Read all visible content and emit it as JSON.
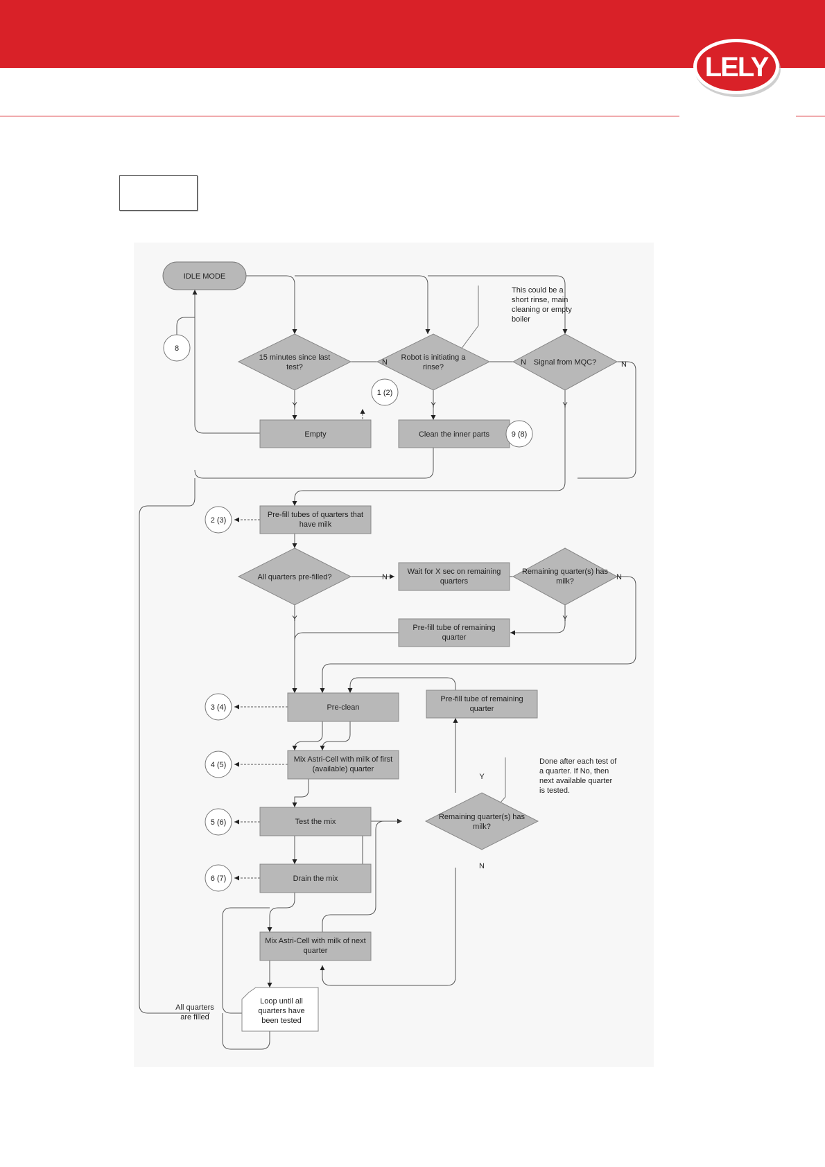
{
  "header": {
    "brand_color": "#d92128",
    "logo_text": "LELY"
  },
  "flowchart": {
    "idle_mode": "IDLE MODE",
    "q_15min": [
      "15 minutes since last",
      "test?"
    ],
    "q_robot_rinse": [
      "Robot is initiating a",
      "rinse?"
    ],
    "q_signal_mqc": [
      "Signal from MQC?"
    ],
    "note_rinse": [
      "This could be a",
      "short rinse, main",
      "cleaning or empty",
      "boiler"
    ],
    "empty": [
      "Empty"
    ],
    "clean_inner": [
      "Clean the inner parts"
    ],
    "prefill_quarters_milk": [
      "Pre-fill tubes of quarters that",
      "have milk"
    ],
    "q_all_prefilled": [
      "All quarters pre-filled?"
    ],
    "wait_x_sec": [
      "Wait for X sec on remaining",
      "quarters"
    ],
    "q_remaining_milk_1": [
      "Remaining quarter(s) has",
      "milk?"
    ],
    "prefill_remaining_1": [
      "Pre-fill tube of remaining",
      "quarter"
    ],
    "preclean": [
      "Pre-clean"
    ],
    "prefill_remaining_2": [
      "Pre-fill tube of remaining",
      "quarter"
    ],
    "mix_first": [
      "Mix Astri-Cell with milk of first",
      "(available) quarter"
    ],
    "note_done_after": [
      "Done after each test of",
      "a quarter. If No, then",
      "next available quarter",
      "is tested."
    ],
    "test_mix": [
      "Test the mix"
    ],
    "q_remaining_milk_2": [
      "Remaining quarter(s) has",
      "milk?"
    ],
    "drain_mix": [
      "Drain the mix"
    ],
    "mix_next": [
      "Mix Astri-Cell with milk of next",
      "quarter"
    ],
    "loop_until": [
      "Loop until all",
      "quarters have",
      "been tested"
    ],
    "all_filled": [
      "All quarters",
      "are filled"
    ],
    "refs": {
      "r8": "8",
      "r1_2": "1 (2)",
      "r9_8": "9 (8)",
      "r2_3": "2 (3)",
      "r3_4": "3 (4)",
      "r4_5": "4 (5)",
      "r5_6": "5 (6)",
      "r6_7": "6 (7)"
    },
    "labels": {
      "yes": "Y",
      "no": "N"
    }
  }
}
